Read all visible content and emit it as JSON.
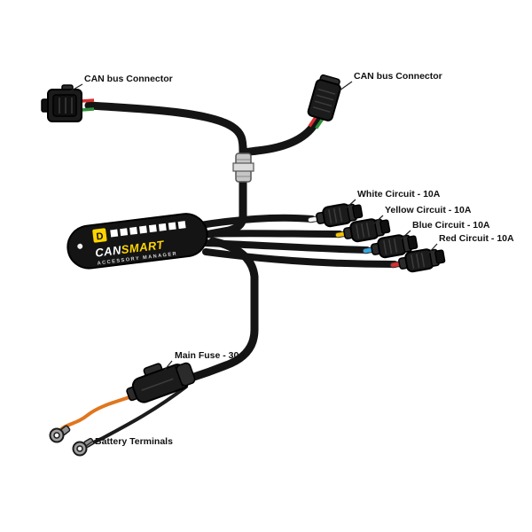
{
  "device": {
    "logo_letter": "D",
    "name_a": "CAN",
    "name_b": "SMART",
    "subtitle": "ACCESSORY MANAGER"
  },
  "labels": {
    "can_left": "CAN bus Connector",
    "can_right": "CAN bus Connector",
    "white_circuit": "White Circuit - 10A",
    "yellow_circuit": "Yellow Circuit - 10A",
    "blue_circuit": "Blue Circuit - 10A",
    "red_circuit": "Red Circuit - 10A",
    "main_fuse": "Main Fuse - 30A",
    "battery": "Battery Terminals"
  },
  "colors": {
    "accent": "#FFD400",
    "cable": "#141414",
    "wire_white": "#f7f7f7",
    "wire_yellow": "#f2c200",
    "wire_blue": "#3aa7e0",
    "wire_red": "#d63030",
    "wire_orange": "#e0761f",
    "wire_green": "#2f8f3a"
  }
}
